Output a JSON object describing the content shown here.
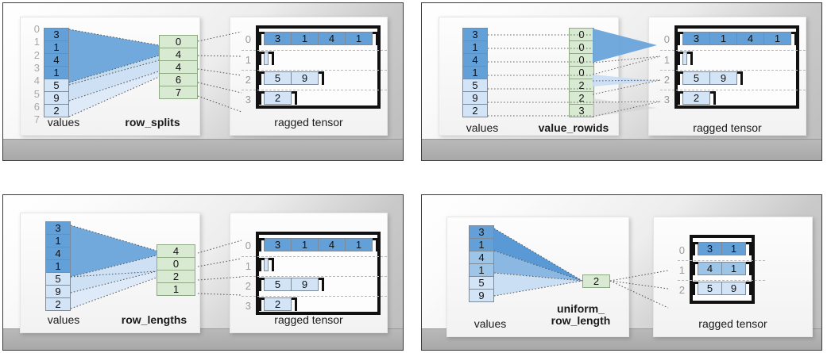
{
  "panels": [
    {
      "id": "row_splits",
      "partition_label": "row_splits",
      "values_label": "values",
      "tensor_label": "ragged tensor",
      "values": [
        3,
        1,
        4,
        1,
        5,
        9,
        2
      ],
      "values_shades": [
        "d",
        "d",
        "d",
        "d",
        "l",
        "l",
        "l"
      ],
      "value_indices": [
        "0",
        "1",
        "2",
        "3",
        "4",
        "5",
        "6",
        "7"
      ],
      "partition": [
        "0",
        "4",
        "4",
        "6",
        "7"
      ],
      "tensor_rows": [
        {
          "index": "0",
          "cells": [
            3,
            1,
            4,
            1
          ],
          "shade": "d"
        },
        {
          "index": "1",
          "cells": [],
          "shade": "l"
        },
        {
          "index": "2",
          "cells": [
            5,
            9
          ],
          "shade": "l"
        },
        {
          "index": "3",
          "cells": [
            2
          ],
          "shade": "l"
        }
      ]
    },
    {
      "id": "value_rowids",
      "partition_label": "value_rowids",
      "values_label": "values",
      "tensor_label": "ragged tensor",
      "values": [
        3,
        1,
        4,
        1,
        5,
        9,
        2
      ],
      "values_shades": [
        "d",
        "d",
        "d",
        "d",
        "l",
        "l",
        "l"
      ],
      "value_indices": [],
      "partition": [
        "0",
        "0",
        "0",
        "0",
        "2",
        "2",
        "3"
      ],
      "tensor_rows": [
        {
          "index": "0",
          "cells": [
            3,
            1,
            4,
            1
          ],
          "shade": "d"
        },
        {
          "index": "1",
          "cells": [],
          "shade": "l"
        },
        {
          "index": "2",
          "cells": [
            5,
            9
          ],
          "shade": "l"
        },
        {
          "index": "3",
          "cells": [
            2
          ],
          "shade": "l"
        }
      ]
    },
    {
      "id": "row_lengths",
      "partition_label": "row_lengths",
      "values_label": "values",
      "tensor_label": "ragged tensor",
      "values": [
        3,
        1,
        4,
        1,
        5,
        9,
        2
      ],
      "values_shades": [
        "d",
        "d",
        "d",
        "d",
        "l",
        "l",
        "l"
      ],
      "value_indices": [],
      "partition": [
        "4",
        "0",
        "2",
        "1"
      ],
      "tensor_rows": [
        {
          "index": "0",
          "cells": [
            3,
            1,
            4,
            1
          ],
          "shade": "d"
        },
        {
          "index": "1",
          "cells": [],
          "shade": "l"
        },
        {
          "index": "2",
          "cells": [
            5,
            9
          ],
          "shade": "l"
        },
        {
          "index": "3",
          "cells": [
            2
          ],
          "shade": "l"
        }
      ]
    },
    {
      "id": "uniform_row_length",
      "partition_label": "uniform_\nrow_length",
      "values_label": "values",
      "tensor_label": "ragged tensor",
      "values": [
        3,
        1,
        4,
        1,
        5,
        9
      ],
      "values_shades": [
        "d",
        "d",
        "m",
        "m",
        "l",
        "l"
      ],
      "value_indices": [],
      "partition": [
        "2"
      ],
      "tensor_rows": [
        {
          "index": "0",
          "cells": [
            3,
            1
          ],
          "shade": "d"
        },
        {
          "index": "1",
          "cells": [
            4,
            1
          ],
          "shade": "m"
        },
        {
          "index": "2",
          "cells": [
            5,
            9
          ],
          "shade": "l"
        }
      ]
    }
  ],
  "colors": {
    "blue_dark": "#63a0d8",
    "blue_mid": "#9dc5e8",
    "blue_light": "#d2e4f6",
    "green": "#d9ead3",
    "panel_border": "#3a3a3a",
    "index_gray": "#a8a8a8",
    "bracket_black": "#111111"
  }
}
